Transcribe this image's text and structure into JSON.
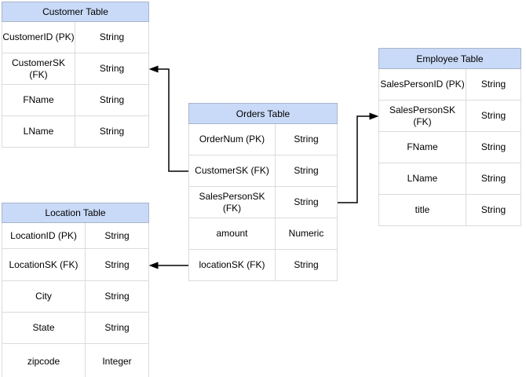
{
  "diagram": {
    "tables": [
      {
        "title": "Customer Table",
        "rows": [
          {
            "name": "CustomerID (PK)",
            "type": "String"
          },
          {
            "name": "CustomerSK\n(FK)",
            "type": "String"
          },
          {
            "name": "FName",
            "type": "String"
          },
          {
            "name": "LName",
            "type": "String"
          }
        ]
      },
      {
        "title": "Orders Table",
        "rows": [
          {
            "name": "OrderNum (PK)",
            "type": "String"
          },
          {
            "name": "CustomerSK (FK)",
            "type": "String"
          },
          {
            "name": "SalesPersonSK\n(FK)",
            "type": "String"
          },
          {
            "name": "amount",
            "type": "Numeric"
          },
          {
            "name": "locationSK (FK)",
            "type": "String"
          }
        ]
      },
      {
        "title": "Employee Table",
        "rows": [
          {
            "name": "SalesPersonID (PK)",
            "type": "String"
          },
          {
            "name": "SalesPersonSK\n(FK)",
            "type": "String"
          },
          {
            "name": "FName",
            "type": "String"
          },
          {
            "name": "LName",
            "type": "String"
          },
          {
            "name": "title",
            "type": "String"
          }
        ]
      },
      {
        "title": "Location Table",
        "rows": [
          {
            "name": "LocationID (PK)",
            "type": "String"
          },
          {
            "name": "LocationSK (FK)",
            "type": "String"
          },
          {
            "name": "City",
            "type": "String"
          },
          {
            "name": "State",
            "type": "String"
          },
          {
            "name": "zipcode",
            "type": "Integer"
          }
        ]
      }
    ],
    "relationships": [
      {
        "from_table": "Orders Table",
        "from_field": "CustomerSK (FK)",
        "to_table": "Customer Table",
        "to_field": "CustomerSK (FK)"
      },
      {
        "from_table": "Orders Table",
        "from_field": "SalesPersonSK (FK)",
        "to_table": "Employee Table",
        "to_field": "SalesPersonSK (FK)"
      },
      {
        "from_table": "Orders Table",
        "from_field": "locationSK (FK)",
        "to_table": "Location Table",
        "to_field": "LocationSK (FK)"
      }
    ],
    "colors": {
      "header_fill": "#C9DAF8",
      "header_border": "#A9B5C9",
      "grid_border": "#DBDBDB",
      "connector": "#000000",
      "background": "#FFFFFF",
      "text": "#000000"
    }
  }
}
